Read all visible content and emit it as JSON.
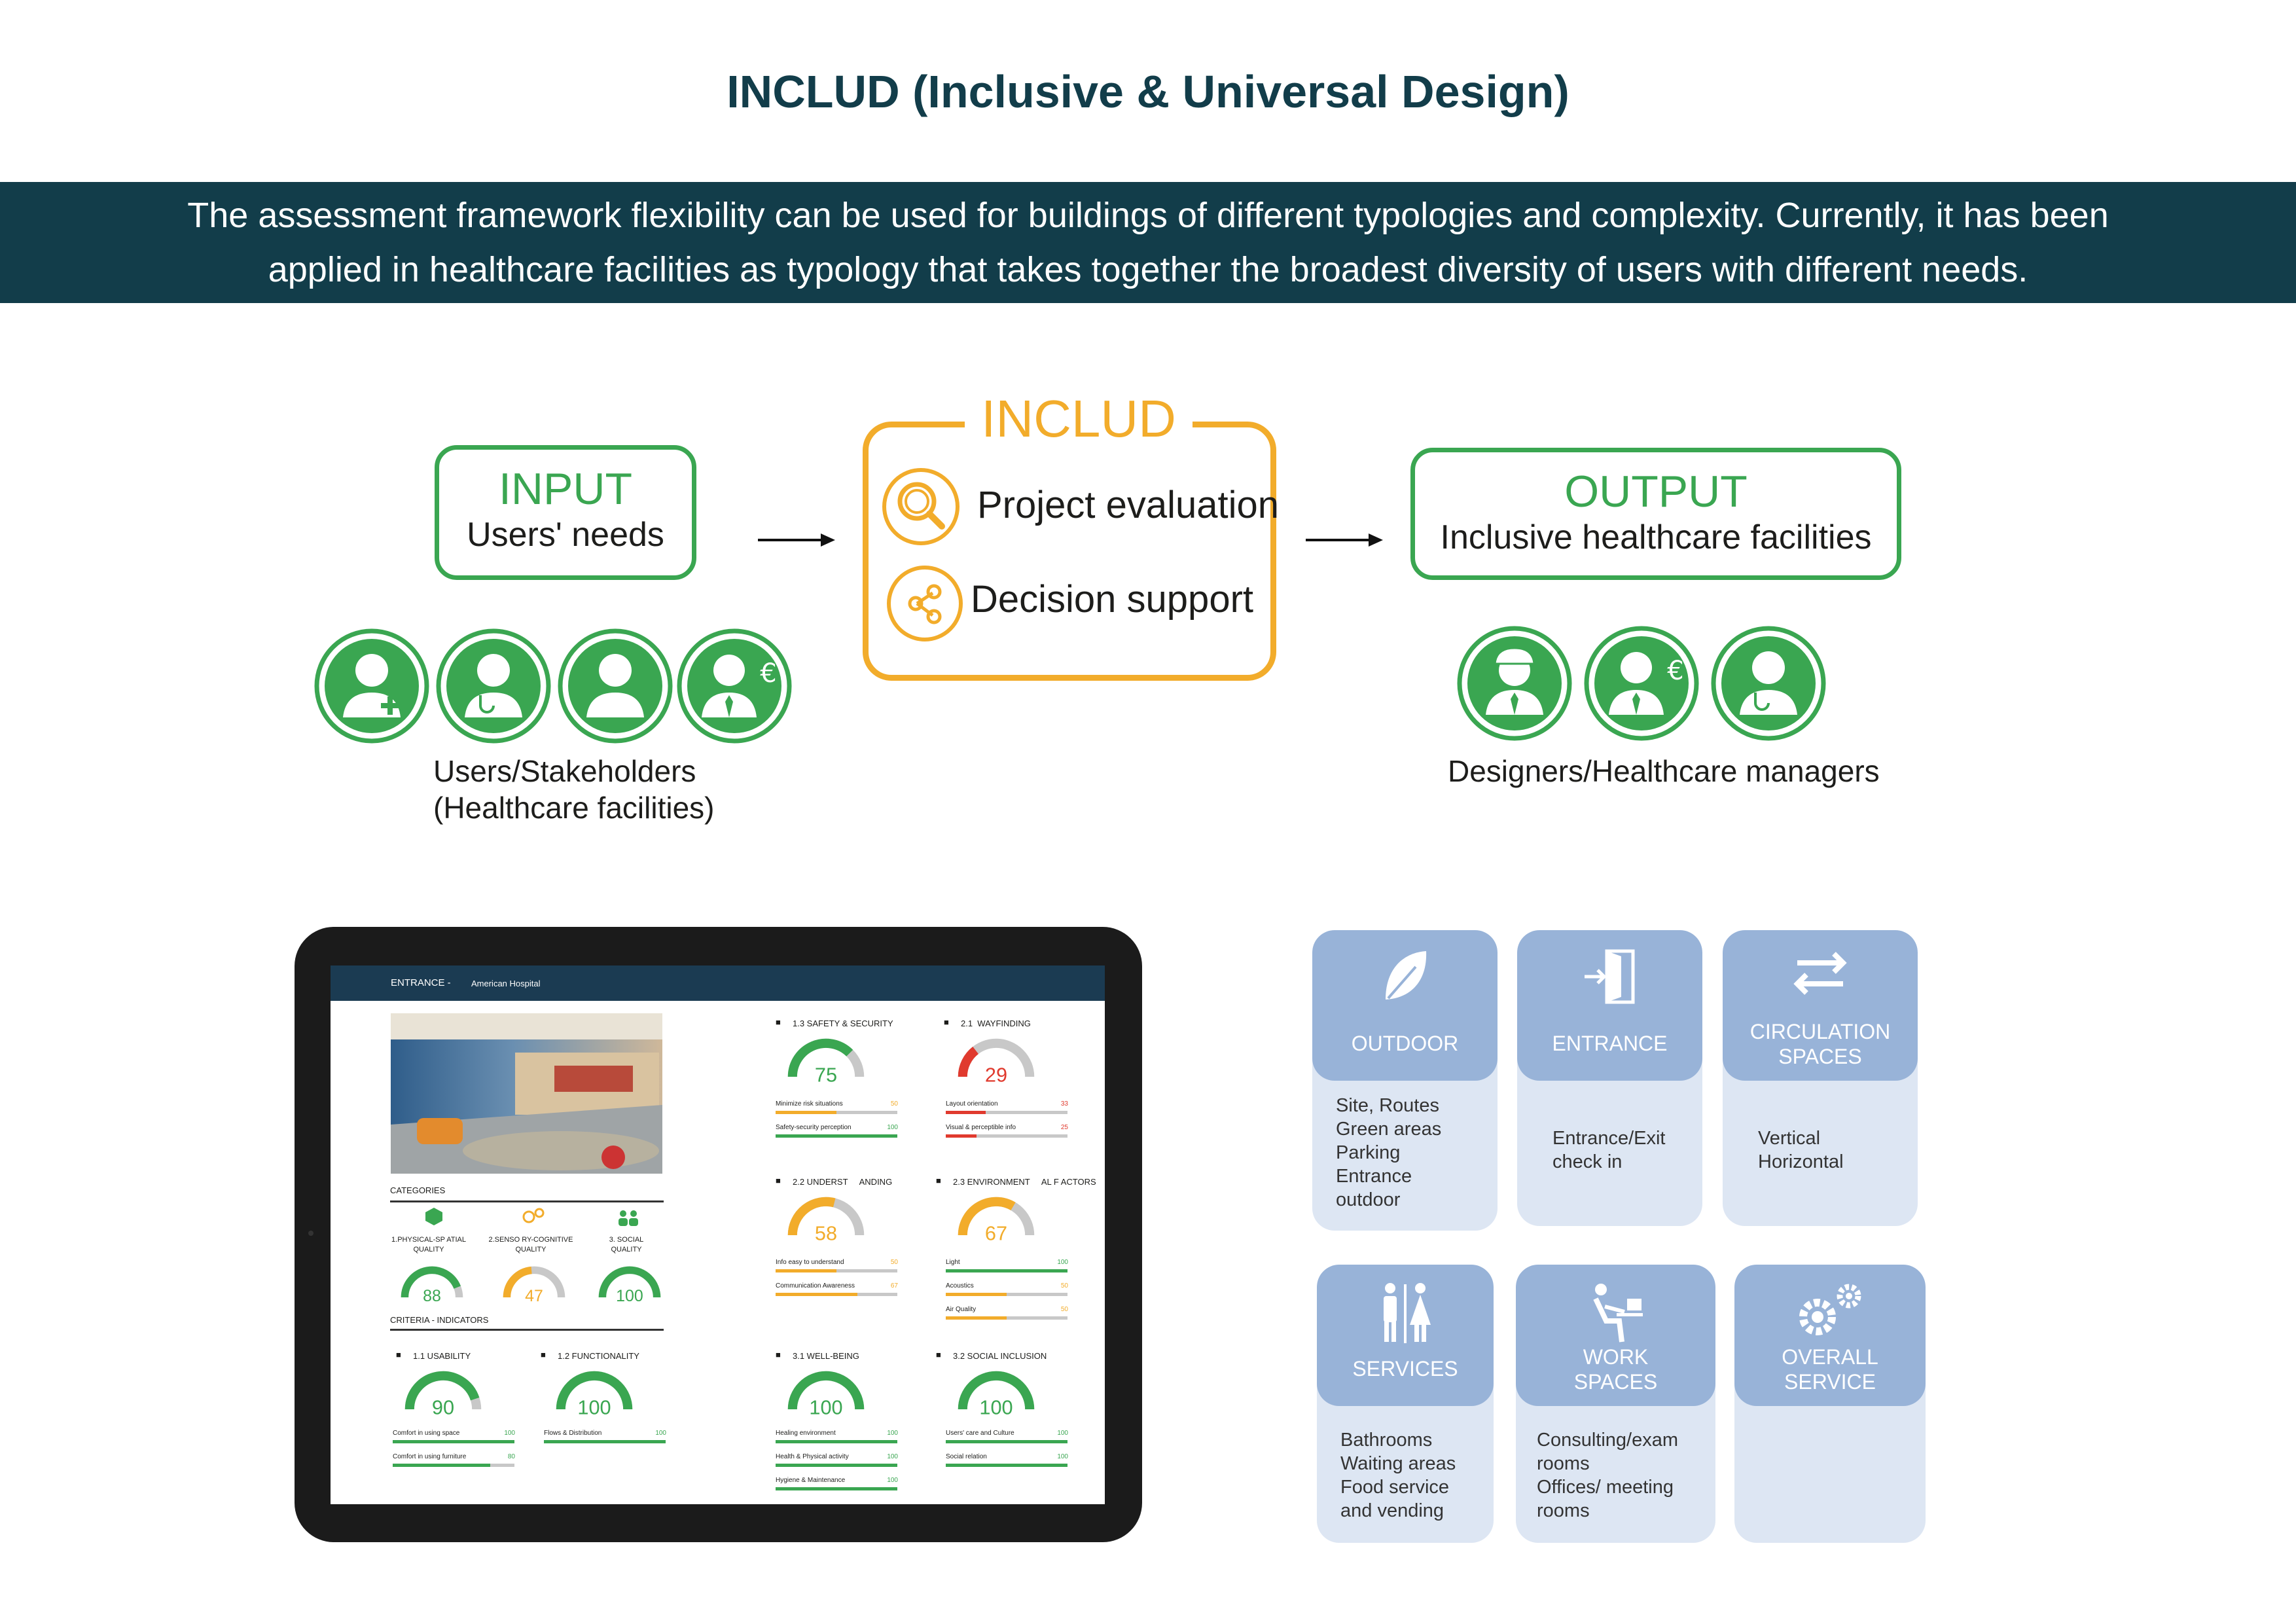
{
  "title": "INCLUD (Inclusive & Universal Design)",
  "banner": {
    "line1": "The assessment framework flexibility can be used for buildings of different typologies and complexity. Currently, it has been",
    "line2": "applied in healthcare facilities as typology that takes together the broadest diversity of users with different needs."
  },
  "flow": {
    "input": {
      "title": "INPUT",
      "subtitle": "Users' needs"
    },
    "includ": {
      "title": "INCLUD",
      "item1": "Project evaluation",
      "item2": "Decision support"
    },
    "output": {
      "title": "OUTPUT",
      "subtitle": "Inclusive healthcare facilities"
    },
    "input_caption_line1": "Users/Stakeholders",
    "input_caption_line2": "(Healthcare facilities)",
    "output_caption": "Designers/Healthcare managers",
    "euro": "€"
  },
  "colors": {
    "green": "#3aa651",
    "orange": "#f2ac2b",
    "navy": "#123d4a",
    "red": "#e03a2e",
    "gray": "#c8c8c8",
    "card_top": "#98b3d8",
    "card_body": "#dde6f3"
  },
  "tablet": {
    "header_section": "ENTRANCE -",
    "header_place": "American Hospital",
    "categories_label": "CATEGORIES",
    "criteria_label": "CRITERIA - INDICATORS",
    "categories": [
      {
        "label1": "1.PHYSICAL-SP     ATIAL",
        "label2": "QUALITY",
        "value": "88",
        "color": "green"
      },
      {
        "label1": "2.SENSO    RY-COGNITIVE",
        "label2": "QUALITY",
        "value": "47",
        "color": "orange"
      },
      {
        "label1": "3. SOCIAL",
        "label2": "QUALITY",
        "value": "100",
        "color": "green"
      }
    ],
    "gauges": [
      {
        "title": "1.3 SAFETY & SECURITY",
        "value": "75",
        "color": "green",
        "rows": [
          {
            "label": "Minimize risk situations",
            "value": "50",
            "color": "orange"
          },
          {
            "label": "Safety-security perception",
            "value": "100",
            "color": "green"
          }
        ]
      },
      {
        "title": "2.1  WAYFINDING",
        "value": "29",
        "color": "red",
        "rows": [
          {
            "label": "Layout orientation",
            "value": "33",
            "color": "red"
          },
          {
            "label": "Visual & perceptible info",
            "value": "25",
            "color": "red"
          }
        ]
      },
      {
        "title": "2.2 UNDERST     ANDING",
        "value": "58",
        "color": "orange",
        "rows": [
          {
            "label": "Info easy to understand",
            "value": "50",
            "color": "orange"
          },
          {
            "label": "Communication Awareness",
            "value": "67",
            "color": "orange"
          }
        ]
      },
      {
        "title": "2.3 ENVIRONMENT     AL F ACTORS",
        "value": "67",
        "color": "orange",
        "rows": [
          {
            "label": "Light",
            "value": "100",
            "color": "green"
          },
          {
            "label": "Acoustics",
            "value": "50",
            "color": "orange"
          },
          {
            "label": "Air Quality",
            "value": "50",
            "color": "orange"
          }
        ]
      },
      {
        "title": "1.1 USABILITY",
        "value": "90",
        "color": "green",
        "rows": [
          {
            "label": "Comfort in using space",
            "value": "100",
            "color": "green"
          },
          {
            "label": "Comfort in using furniture",
            "value": "80",
            "color": "green"
          }
        ]
      },
      {
        "title": "1.2 FUNCTIONALITY",
        "value": "100",
        "color": "green",
        "rows": [
          {
            "label": "Flows & Distribution",
            "value": "100",
            "color": "green"
          }
        ]
      },
      {
        "title": "3.1 WELL-BEING",
        "value": "100",
        "color": "green",
        "rows": [
          {
            "label": "Healing environment",
            "value": "100",
            "color": "green"
          },
          {
            "label": "Health & Physical activity",
            "value": "100",
            "color": "green"
          },
          {
            "label": "Hygiene & Maintenance",
            "value": "100",
            "color": "green"
          }
        ]
      },
      {
        "title": "3.2 SOCIAL INCLUSION",
        "value": "100",
        "color": "green",
        "rows": [
          {
            "label": "Users' care and Culture",
            "value": "100",
            "color": "green"
          },
          {
            "label": "Social relation",
            "value": "100",
            "color": "green"
          }
        ]
      }
    ]
  },
  "cards": [
    {
      "title1": "OUTDOOR",
      "title2": "",
      "icon": "leaf-icon",
      "desc": [
        "Site, Routes",
        "Green areas",
        "Parking",
        "Entrance",
        "outdoor"
      ]
    },
    {
      "title1": "ENTRANCE",
      "title2": "",
      "icon": "door-entry-icon",
      "desc": [
        "Entrance/Exit",
        "check in"
      ]
    },
    {
      "title1": "CIRCULATION",
      "title2": "SPACES",
      "icon": "arrows-icon",
      "desc": [
        "Vertical",
        "Horizontal"
      ]
    },
    {
      "title1": "SERVICES",
      "title2": "",
      "icon": "restroom-icon",
      "desc": [
        "Bathrooms",
        "Waiting areas",
        "Food service",
        "and vending"
      ]
    },
    {
      "title1": "WORK",
      "title2": "SPACES",
      "icon": "desk-worker-icon",
      "desc": [
        "Consulting/exam",
        "rooms",
        "Offices/ meeting",
        "rooms"
      ]
    },
    {
      "title1": "OVERALL",
      "title2": "SERVICE",
      "icon": "gears-icon",
      "desc": []
    }
  ]
}
